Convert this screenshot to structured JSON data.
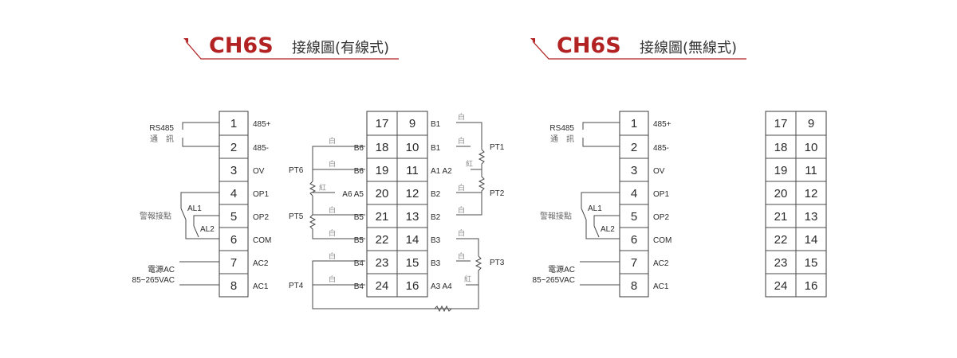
{
  "titles": [
    {
      "brand": "CH6S",
      "subtitle": "接線圖(有線式)"
    },
    {
      "brand": "CH6S",
      "subtitle": "接線圖(無線式)"
    }
  ],
  "left_block": {
    "terminals": [
      "1",
      "2",
      "3",
      "4",
      "5",
      "6",
      "7",
      "8"
    ],
    "labels": [
      "485+",
      "485-",
      "OV",
      "OP1",
      "OP2",
      "COM",
      "AC2",
      "AC1"
    ],
    "rs485_line1": "RS485",
    "rs485_line2": "通　訊",
    "alarm_label": "警報接點",
    "al1": "AL1",
    "al2": "AL2",
    "power_line1": "電源AC",
    "power_line2": "85~265VAC"
  },
  "right_grid": {
    "rows": [
      [
        "17",
        "9"
      ],
      [
        "18",
        "10"
      ],
      [
        "19",
        "11"
      ],
      [
        "20",
        "12"
      ],
      [
        "21",
        "13"
      ],
      [
        "22",
        "14"
      ],
      [
        "23",
        "15"
      ],
      [
        "24",
        "16"
      ]
    ]
  },
  "pt_wired": {
    "left_labels": [
      "",
      "B6",
      "B6",
      "A6 A5",
      "B5",
      "B5",
      "B4",
      "B4"
    ],
    "right_labels": [
      "B1",
      "B1",
      "A1 A2",
      "B2",
      "B2",
      "B3",
      "B3",
      "A3 A4"
    ],
    "pt_names": {
      "pt6": "PT6",
      "pt5": "PT5",
      "pt4": "PT4",
      "pt1": "PT1",
      "pt2": "PT2",
      "pt3": "PT3"
    },
    "white": "白",
    "red": "紅"
  }
}
